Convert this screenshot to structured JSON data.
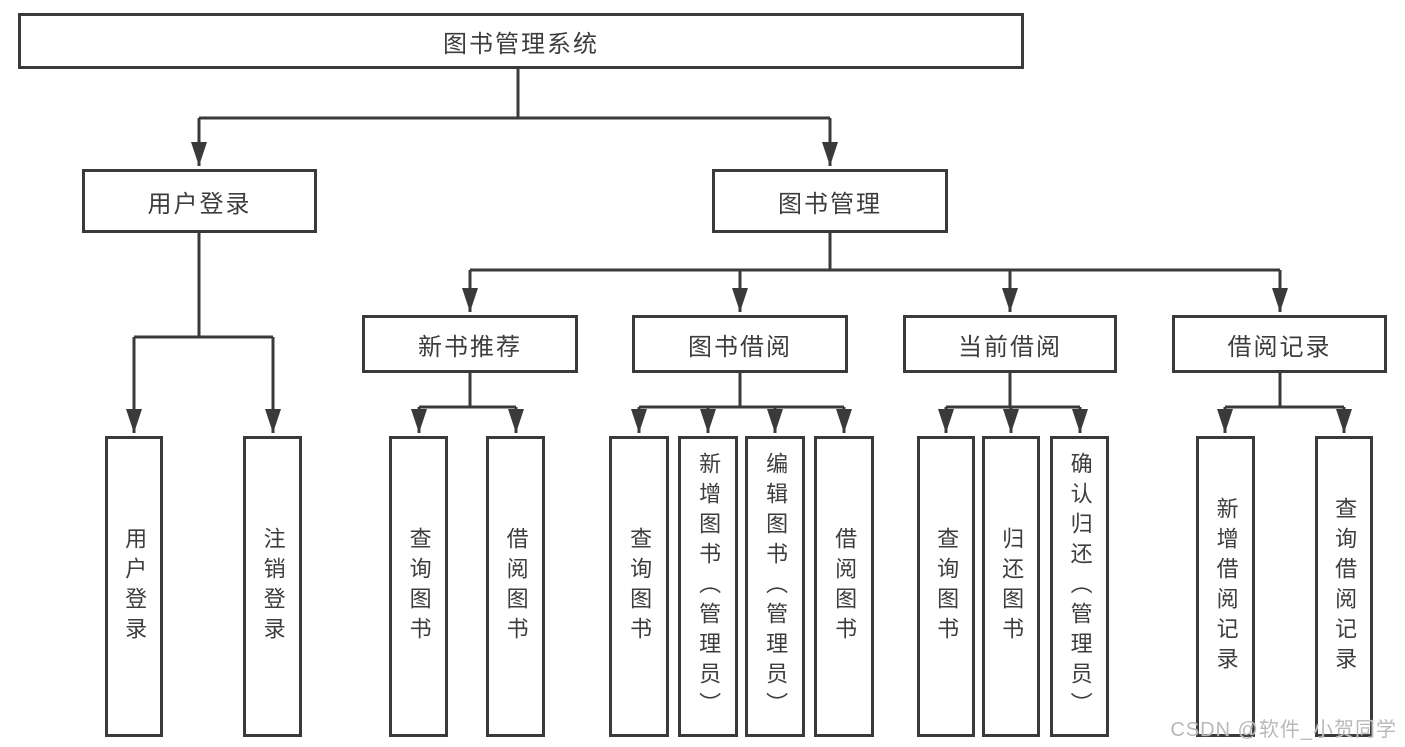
{
  "nodes": {
    "root": "图书管理系统",
    "level2": {
      "login": "用户登录",
      "management": "图书管理"
    },
    "level3": {
      "new_books": "新书推荐",
      "borrowing": "图书借阅",
      "current": "当前借阅",
      "records": "借阅记录"
    },
    "leaves": {
      "login_user": "用户登录",
      "login_logout": "注销登录",
      "new_books_query": "查询图书",
      "new_books_borrow": "借阅图书",
      "borrowing_query": "查询图书",
      "borrowing_add": "新增图书（管理员）",
      "borrowing_edit": "编辑图书（管理员）",
      "borrowing_borrow": "借阅图书",
      "current_query": "查询图书",
      "current_return": "归还图书",
      "current_confirm": "确认归还（管理员）",
      "records_add": "新增借阅记录",
      "records_query": "查询借阅记录"
    }
  },
  "watermark": "CSDN @软件_小贺同学",
  "colors": {
    "line": "#3a3a3a",
    "border": "#3a3a3a",
    "text": "#3d3d3d",
    "background": "#ffffff",
    "watermark": "#b9b9b9"
  }
}
